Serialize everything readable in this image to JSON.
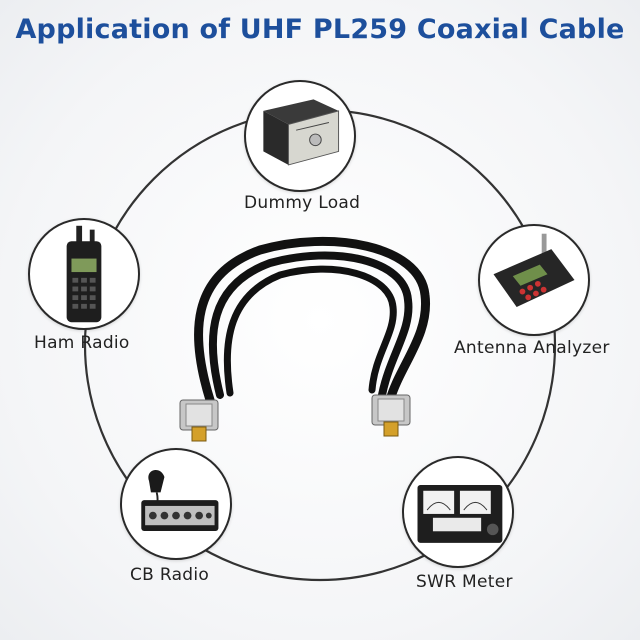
{
  "title": "Application of UHF PL259 Coaxial Cable",
  "devices": {
    "dummy_load": {
      "label": "Dummy Load",
      "icon": "dummy-load-device-icon"
    },
    "ham_radio": {
      "label": "Ham Radio",
      "icon": "ham-radio-icon"
    },
    "antenna_analyzer": {
      "label": "Antenna Analyzer",
      "icon": "antenna-analyzer-icon"
    },
    "cb_radio": {
      "label": "CB Radio",
      "icon": "cb-radio-icon"
    },
    "swr_meter": {
      "label": "SWR Meter",
      "icon": "swr-meter-icon"
    }
  },
  "colors": {
    "title": "#1d4f9c",
    "ring": "#333333",
    "cable": "#111111"
  }
}
